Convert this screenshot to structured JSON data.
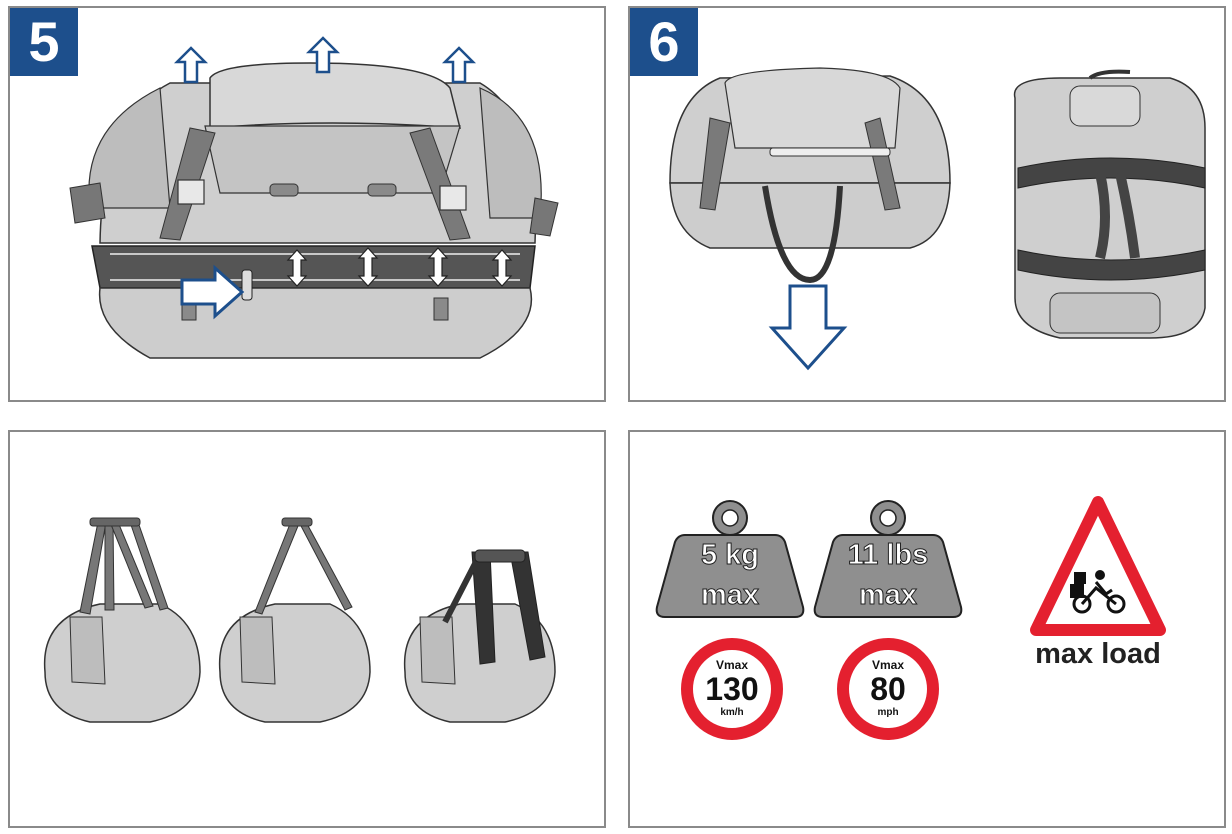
{
  "steps": [
    {
      "number": "5",
      "step_color": "#1d4f8c"
    },
    {
      "number": "6",
      "step_color": "#1d4f8c"
    }
  ],
  "limits": {
    "weight_metric_value": "5 kg",
    "weight_metric_unit": "max",
    "weight_imperial_value": "11 lbs",
    "weight_imperial_unit": "max",
    "speed_metric_label": "Vmax",
    "speed_metric_value": "130",
    "speed_metric_unit": "km/h",
    "speed_imperial_label": "Vmax",
    "speed_imperial_value": "80",
    "speed_imperial_unit": "mph",
    "warning_label": "max load",
    "sign_red": "#e4202f",
    "weight_grey": "#8f8f8f"
  },
  "icons": {
    "arrow_color": "#1d4f8c",
    "warning_icon": "motorcycle-luggage-warning-icon",
    "up_arrow": "up-arrow-icon",
    "down_arrow": "down-arrow-icon",
    "right_arrow": "right-arrow-icon"
  }
}
